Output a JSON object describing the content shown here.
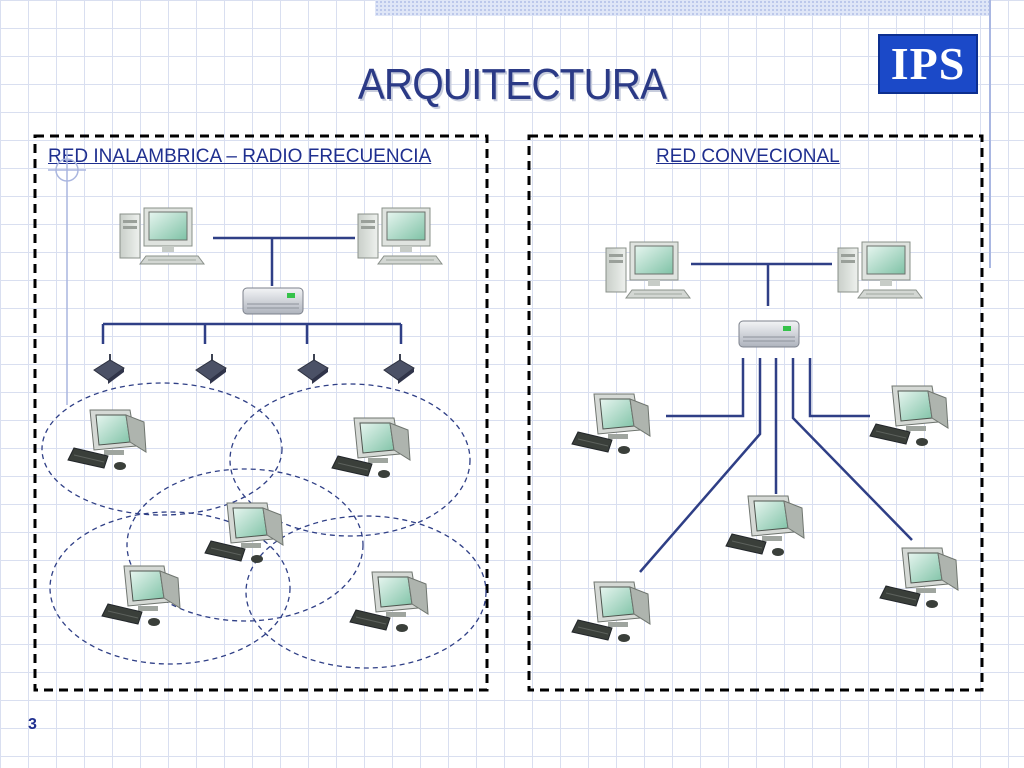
{
  "title": "ARQUITECTURA",
  "logo": {
    "text": "IPS"
  },
  "page_number": "3",
  "panels": {
    "wireless": {
      "label": "RED INALAMBRICA – RADIO FRECUENCIA"
    },
    "conventional": {
      "label": "RED CONVECIONAL"
    }
  },
  "colors": {
    "title": "#2b3a86",
    "label": "#1f2f8f",
    "logo_bg": "#1b49c8",
    "connection_line": "#2f3f86",
    "coverage_ring": "#2f3f86",
    "grid": "#d9dff0"
  },
  "icons": {
    "server": "desktop-tower-icon",
    "hub": "network-hub-icon",
    "access_point": "wireless-access-point-icon",
    "workstation": "computer-workstation-icon"
  }
}
